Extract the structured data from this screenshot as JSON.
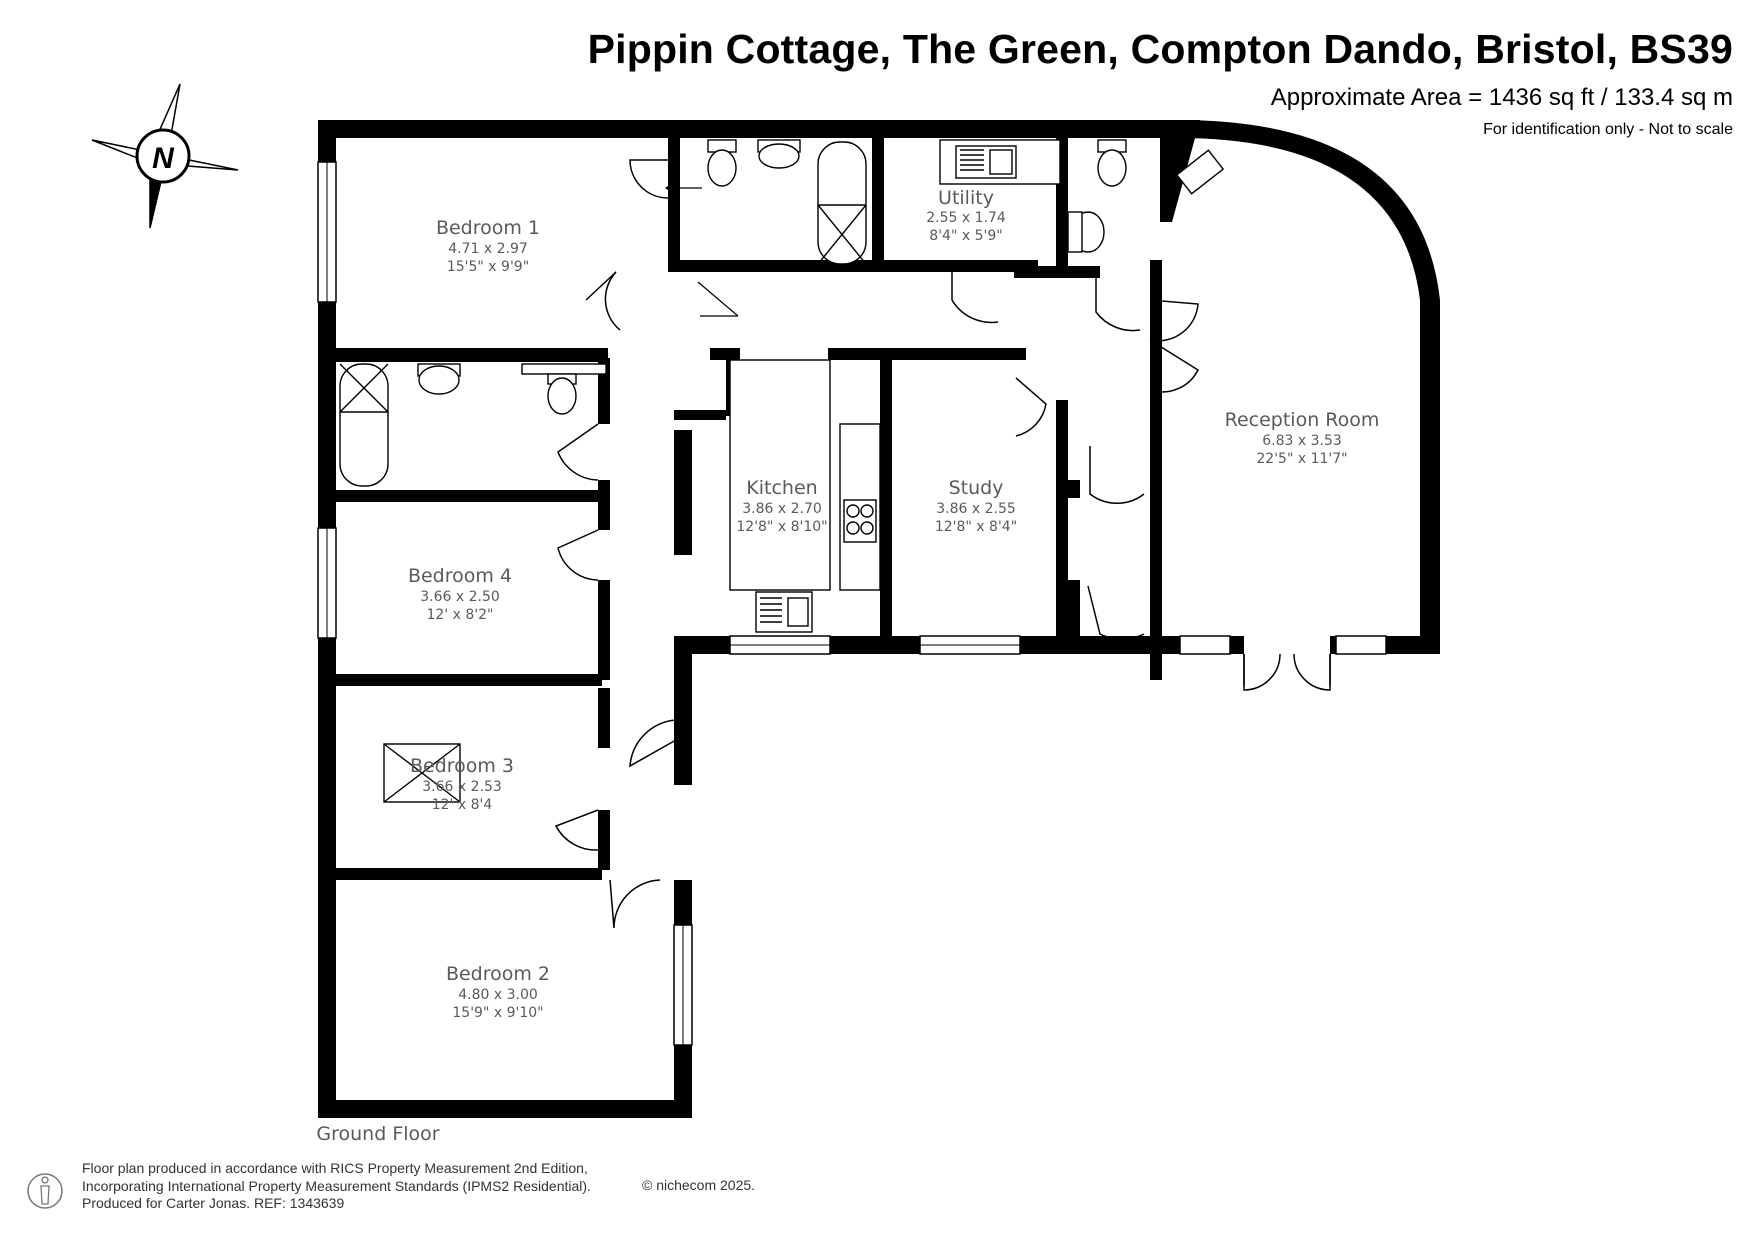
{
  "header": {
    "title": "Pippin Cottage, The Green, Compton Dando, Bristol, BS39",
    "area": "Approximate Area = 1436 sq ft / 133.4 sq m",
    "disclaimer": "For identification only - Not to scale"
  },
  "compass": {
    "label": "N"
  },
  "floor_label": "Ground Floor",
  "rooms": {
    "bedroom1": {
      "name": "Bedroom 1",
      "metric": "4.71 x 2.97",
      "imperial": "15'5\" x 9'9\""
    },
    "utility": {
      "name": "Utility",
      "metric": "2.55 x 1.74",
      "imperial": "8'4\" x 5'9\""
    },
    "reception": {
      "name": "Reception Room",
      "metric": "6.83 x 3.53",
      "imperial": "22'5\" x 11'7\""
    },
    "kitchen": {
      "name": "Kitchen",
      "metric": "3.86 x 2.70",
      "imperial": "12'8\" x 8'10\""
    },
    "study": {
      "name": "Study",
      "metric": "3.86 x 2.55",
      "imperial": "12'8\" x 8'4\""
    },
    "bedroom4": {
      "name": "Bedroom 4",
      "metric": "3.66 x 2.50",
      "imperial": "12' x 8'2\""
    },
    "bedroom3": {
      "name": "Bedroom 3",
      "metric": "3.66 x 2.53",
      "imperial": "12' x 8'4"
    },
    "bedroom2": {
      "name": "Bedroom 2",
      "metric": "4.80 x 3.00",
      "imperial": "15'9\" x 9'10\""
    }
  },
  "footer": {
    "line1": "Floor plan produced in accordance with RICS Property Measurement 2nd Edition,",
    "line2": "Incorporating International Property Measurement Standards (IPMS2 Residential).",
    "line3": "Produced for Carter Jonas.   REF: 1343639",
    "copyright": "© nichecom 2025."
  }
}
